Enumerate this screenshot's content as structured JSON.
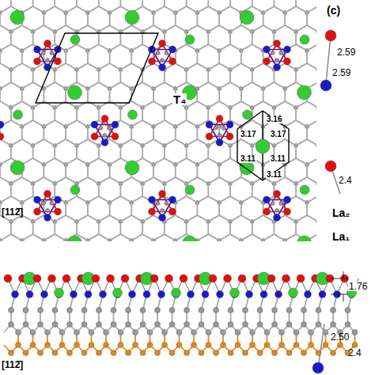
{
  "diagram": {
    "labels": [
      "(c)",
      "T₄",
      "La₂",
      "La₁",
      "3.16",
      "3.17",
      "3.17",
      "3.11",
      "3.11",
      "3.11",
      "[112̄]",
      "[112̄]",
      "1.76",
      "2.59",
      "2.59",
      "2.4",
      "2.50",
      "2.4"
    ]
  }
}
